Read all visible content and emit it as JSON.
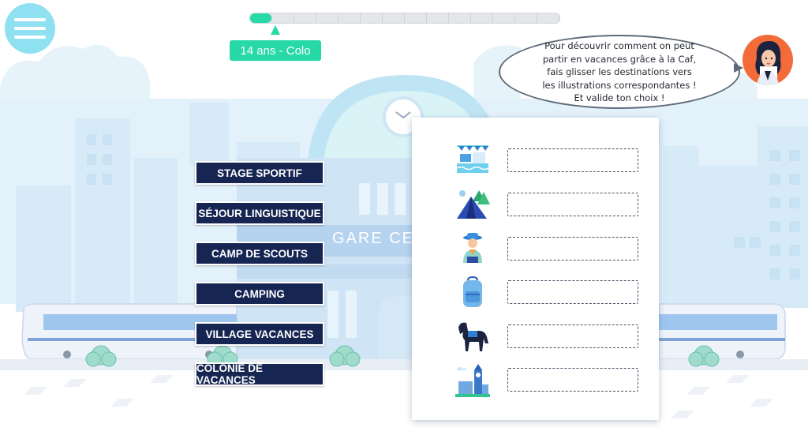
{
  "header": {
    "menu_icon": "hamburger-menu-icon",
    "progress": 0.07,
    "age_badge": "14 ans - Colo"
  },
  "assistant": {
    "lines": [
      "Pour découvrir comment on peut",
      "partir en vacances grâce à la Caf,",
      "fais glisser les destinations vers",
      "les illustrations correspondantes !",
      "Et valide ton choix !"
    ],
    "avatar_icon": "assistant-avatar-icon"
  },
  "background": {
    "station_sign": "GARE CE"
  },
  "destinations": [
    {
      "label": "STAGE SPORTIF"
    },
    {
      "label": "SÉJOUR LINGUISTIQUE"
    },
    {
      "label": "CAMP DE SCOUTS"
    },
    {
      "label": "CAMPING"
    },
    {
      "label": "VILLAGE VACANCES"
    },
    {
      "label": "COLONIE DE VACANCES"
    }
  ],
  "illustrations": [
    {
      "icon": "swimming-pool-icon"
    },
    {
      "icon": "tent-icon"
    },
    {
      "icon": "scout-icon"
    },
    {
      "icon": "backpack-icon"
    },
    {
      "icon": "horse-icon"
    },
    {
      "icon": "big-ben-london-icon"
    }
  ],
  "colors": {
    "accent": "#27d9a7",
    "label_bg": "#162551",
    "menu_bg": "#8fe0f0",
    "avatar_bg": "#f26b38",
    "city": "#e3f1fb"
  }
}
